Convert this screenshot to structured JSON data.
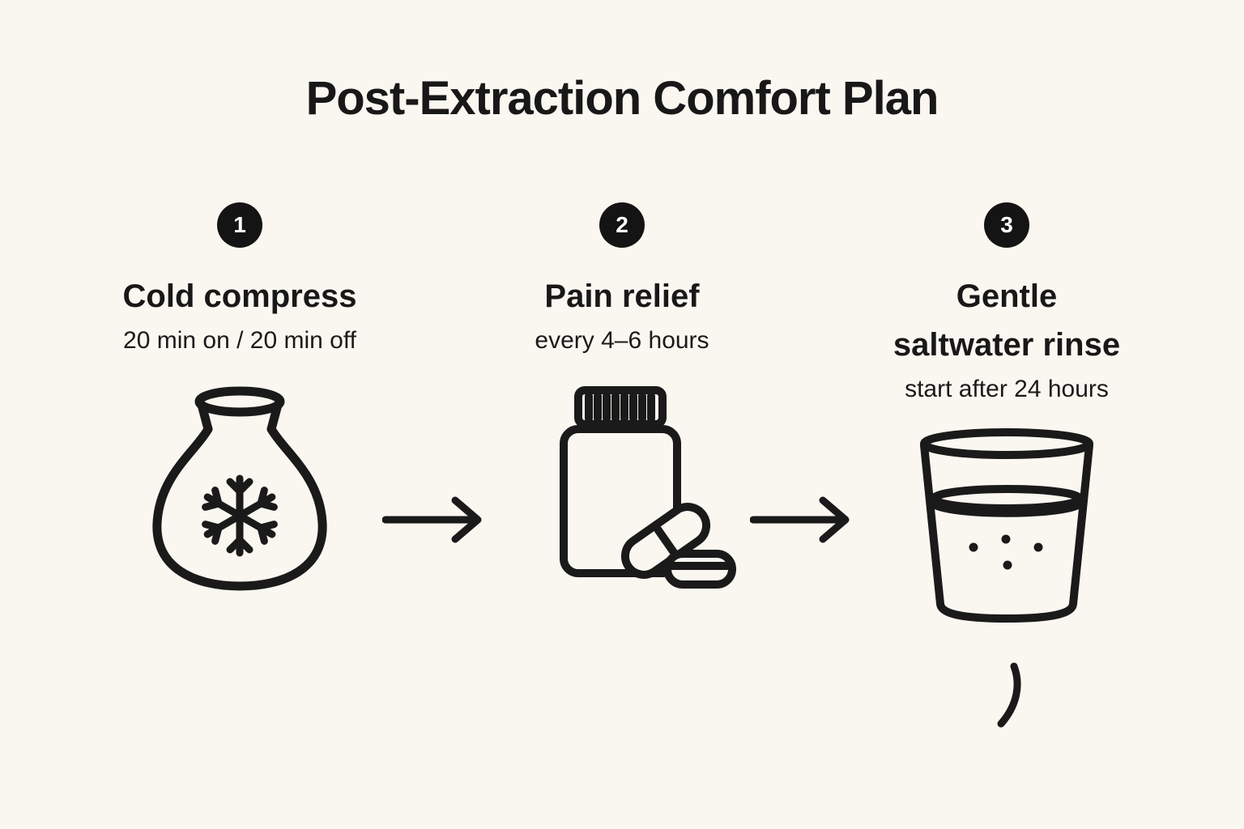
{
  "page": {
    "title": "Post-Extraction Comfort Plan",
    "background_color": "#FAF7F0",
    "ink_color": "#1A1A1A",
    "badge_color": "#141414"
  },
  "steps": [
    {
      "number": "1",
      "title": "Cold compress",
      "subtitle": "20 min on / 20 min off",
      "icon": "ice-pack-icon"
    },
    {
      "number": "2",
      "title": "Pain relief",
      "subtitle": "every 4–6 hours",
      "icon": "pill-bottle-icon"
    },
    {
      "number": "3",
      "title": "Gentle\nsaltwater rinse",
      "subtitle": "start after 24 hours",
      "icon": "saltwater-glass-icon"
    }
  ],
  "connectors": [
    "arrow-right-icon",
    "arrow-right-icon"
  ]
}
